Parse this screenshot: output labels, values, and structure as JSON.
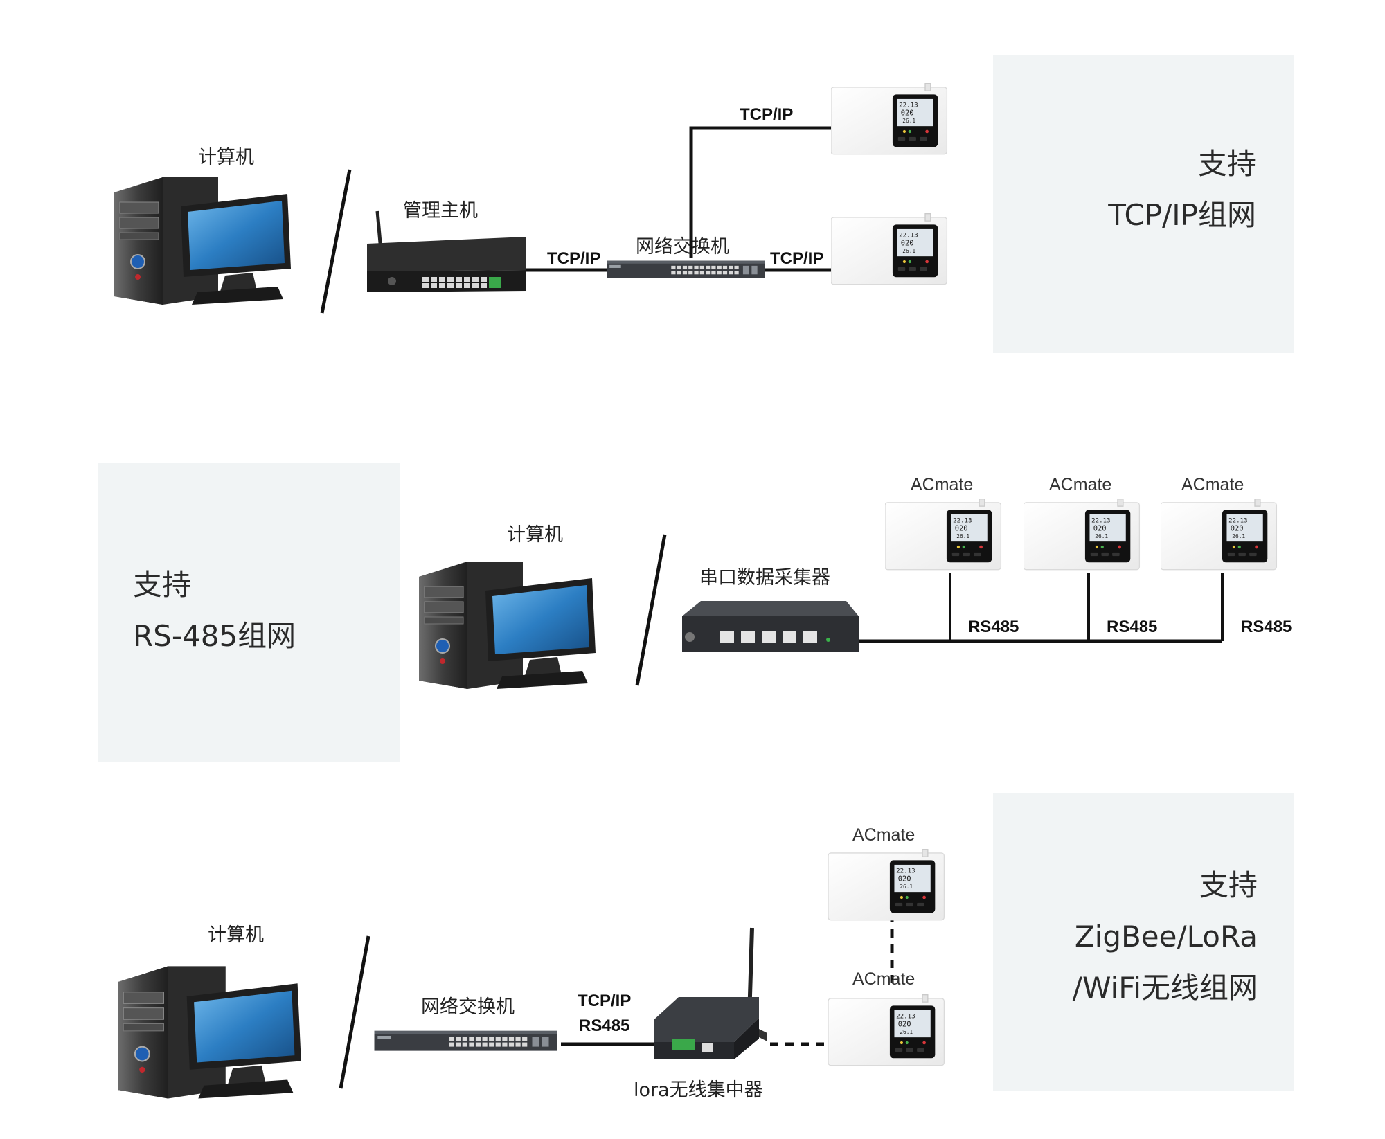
{
  "section_tcpip": {
    "computer_label": "计算机",
    "host_label": "管理主机",
    "switch_label": "网络交换机",
    "link_host_switch": "TCP/IP",
    "link_switch_top": "TCP/IP",
    "link_switch_right": "TCP/IP",
    "panel_line1": "支持",
    "panel_line2": "TCP/IP组网"
  },
  "section_rs485": {
    "computer_label": "计算机",
    "collector_label": "串口数据采集器",
    "device_labels": [
      "ACmate",
      "ACmate",
      "ACmate"
    ],
    "link_labels": [
      "RS485",
      "RS485",
      "RS485"
    ],
    "panel_line1": "支持",
    "panel_line2": "RS-485组网"
  },
  "section_wireless": {
    "computer_label": "计算机",
    "switch_label": "网络交换机",
    "link_label_1": "TCP/IP",
    "link_label_2": "RS485",
    "concentrator_label": "lora无线集中器",
    "device_labels": [
      "ACmate",
      "ACmate"
    ],
    "panel_line1": "支持",
    "panel_line2": "ZigBee/LoRa",
    "panel_line3": "/WiFi无线组网"
  },
  "device_screen": {
    "row1": "22.13",
    "row2": "020",
    "row3": "26.1"
  },
  "colors": {
    "panel_bg": "#f1f4f5",
    "line": "#111111",
    "monitor_screen": "#2f7fc1"
  }
}
